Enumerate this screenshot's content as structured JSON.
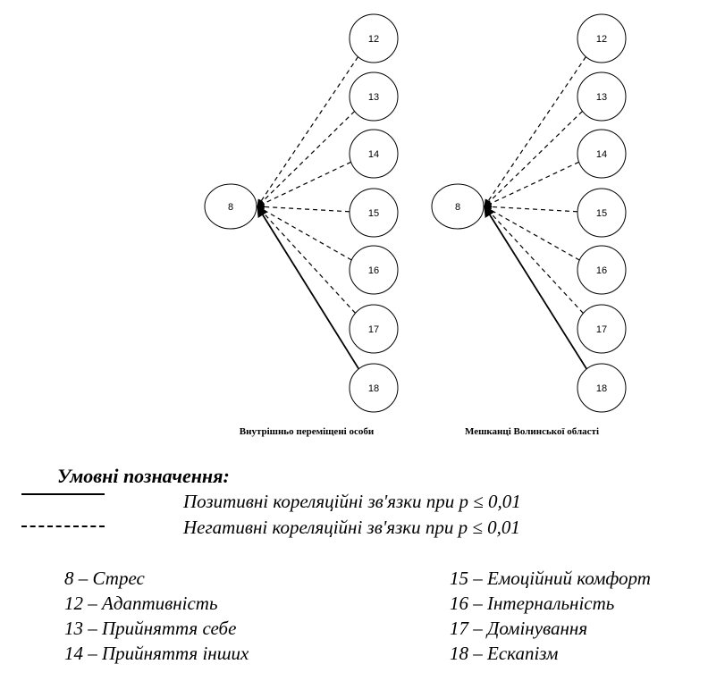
{
  "diagrams": [
    {
      "caption": "Внутрішньо переміщені особи",
      "center": "8",
      "edges": [
        {
          "to": "12",
          "type": "negative"
        },
        {
          "to": "13",
          "type": "negative"
        },
        {
          "to": "14",
          "type": "negative"
        },
        {
          "to": "15",
          "type": "negative"
        },
        {
          "to": "16",
          "type": "negative"
        },
        {
          "to": "17",
          "type": "negative"
        },
        {
          "to": "18",
          "type": "positive"
        }
      ]
    },
    {
      "caption": "Мешканці Волинської області",
      "center": "8",
      "edges": [
        {
          "to": "12",
          "type": "negative"
        },
        {
          "to": "13",
          "type": "negative"
        },
        {
          "to": "14",
          "type": "negative"
        },
        {
          "to": "15",
          "type": "negative"
        },
        {
          "to": "16",
          "type": "negative"
        },
        {
          "to": "17",
          "type": "negative"
        },
        {
          "to": "18",
          "type": "positive"
        }
      ]
    }
  ],
  "legend": {
    "title": "Умовні позначення:",
    "positive": "Позитивні кореляційні зв'язки при p ≤ 0,01",
    "negative": "Негативні кореляційні зв'язки при p ≤ 0,01"
  },
  "key": {
    "left": [
      "8 – Стрес",
      "12 – Адаптивність",
      "13 – Прийняття себе",
      "14 – Прийняття інших"
    ],
    "right": [
      "15 – Емоційний комфорт",
      "16 – Інтернальність",
      "17 – Домінування",
      "18 – Ескапізм"
    ]
  }
}
